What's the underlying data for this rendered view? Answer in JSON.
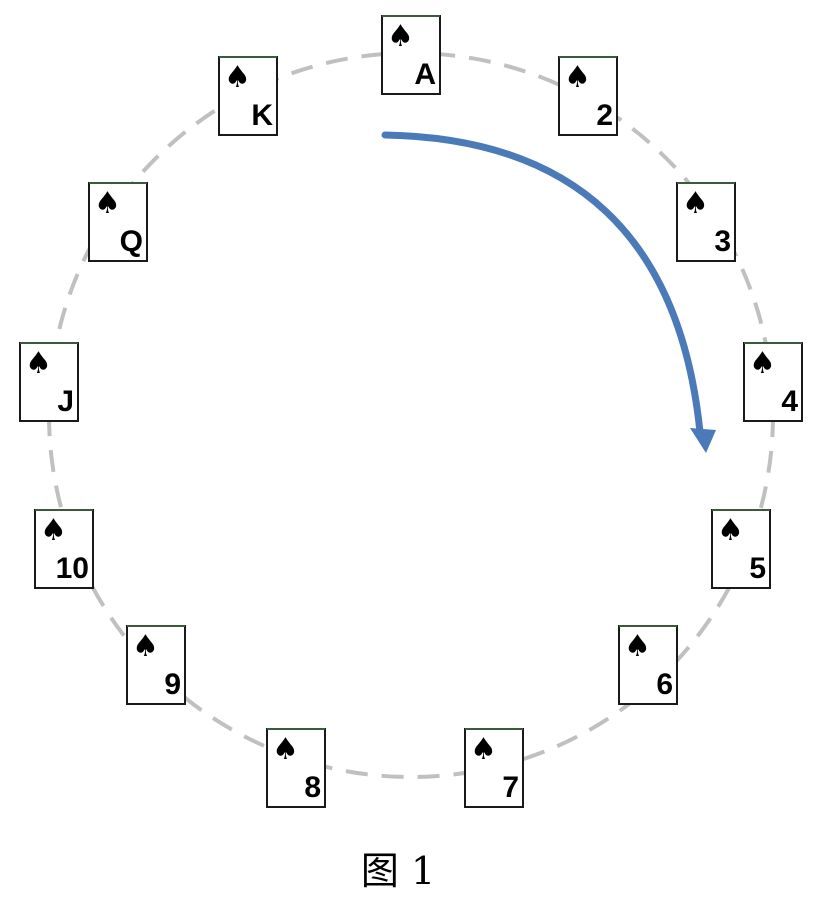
{
  "caption": "图 1",
  "suit_symbol": "♠",
  "cards": [
    {
      "rank": "A"
    },
    {
      "rank": "2"
    },
    {
      "rank": "3"
    },
    {
      "rank": "4"
    },
    {
      "rank": "5"
    },
    {
      "rank": "6"
    },
    {
      "rank": "7"
    },
    {
      "rank": "8"
    },
    {
      "rank": "9"
    },
    {
      "rank": "10"
    },
    {
      "rank": "J"
    },
    {
      "rank": "Q"
    },
    {
      "rank": "K"
    }
  ],
  "colors": {
    "circle": "#c0c0c0",
    "arrow": "#4a7ab8",
    "card_border": "#1a1a1a"
  },
  "direction": "clockwise"
}
